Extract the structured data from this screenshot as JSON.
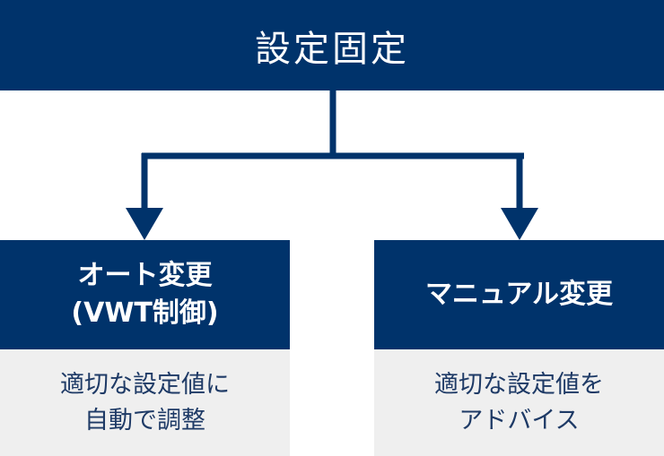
{
  "top": {
    "title": "設定固定"
  },
  "left": {
    "title_line1": "オート変更",
    "title_line2": "(VWT制御)",
    "desc_line1": "適切な設定値に",
    "desc_line2": "自動で調整"
  },
  "right": {
    "title": "マニュアル変更",
    "desc_line1": "適切な設定値を",
    "desc_line2": "アドバイス"
  },
  "colors": {
    "navy": "#00336b",
    "light_gray": "#efefef",
    "white": "#ffffff"
  }
}
